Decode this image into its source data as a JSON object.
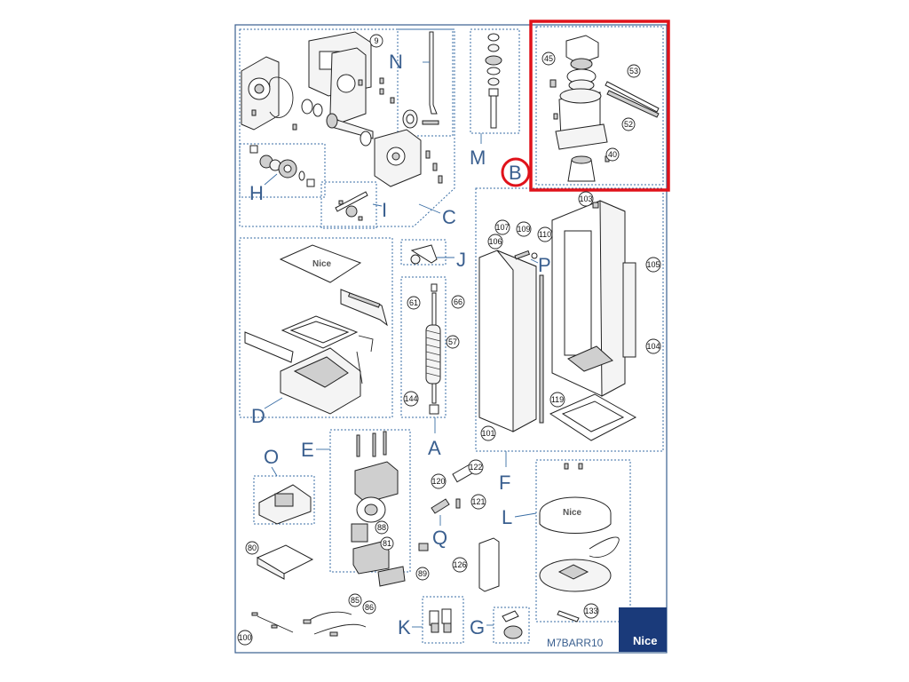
{
  "group_letters": [
    "N",
    "M",
    "B",
    "H",
    "I",
    "C",
    "J",
    "P",
    "D",
    "A",
    "E",
    "O",
    "F",
    "L",
    "Q",
    "K",
    "G"
  ],
  "part_numbers": [
    "9",
    "45",
    "53",
    "52",
    "40",
    "103",
    "107",
    "109",
    "110",
    "106",
    "105",
    "61",
    "66",
    "57",
    "104",
    "144",
    "119",
    "101",
    "122",
    "120",
    "121",
    "88",
    "81",
    "80",
    "89",
    "126",
    "85",
    "86",
    "133",
    "100"
  ],
  "highlight": {
    "letter": "B",
    "color": "#e0121a"
  },
  "footer": {
    "code": "M7BARR10",
    "brand": "Nice"
  },
  "colors": {
    "line": "#3a6ea5",
    "label": "#3a5f8f",
    "brand_bg": "#1a3a7a"
  }
}
